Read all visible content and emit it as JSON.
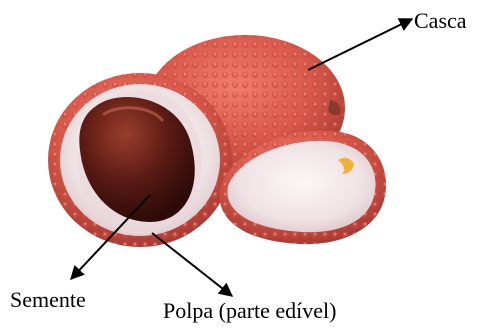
{
  "labels": {
    "casca": "Casca",
    "semente": "Semente",
    "polpa": "Polpa (parte edível)"
  },
  "colors": {
    "shell": "#d8584a",
    "shell_dark": "#a83a33",
    "flesh": "#f4ecec",
    "seed": "#5a1a14",
    "arrow": "#000000"
  }
}
